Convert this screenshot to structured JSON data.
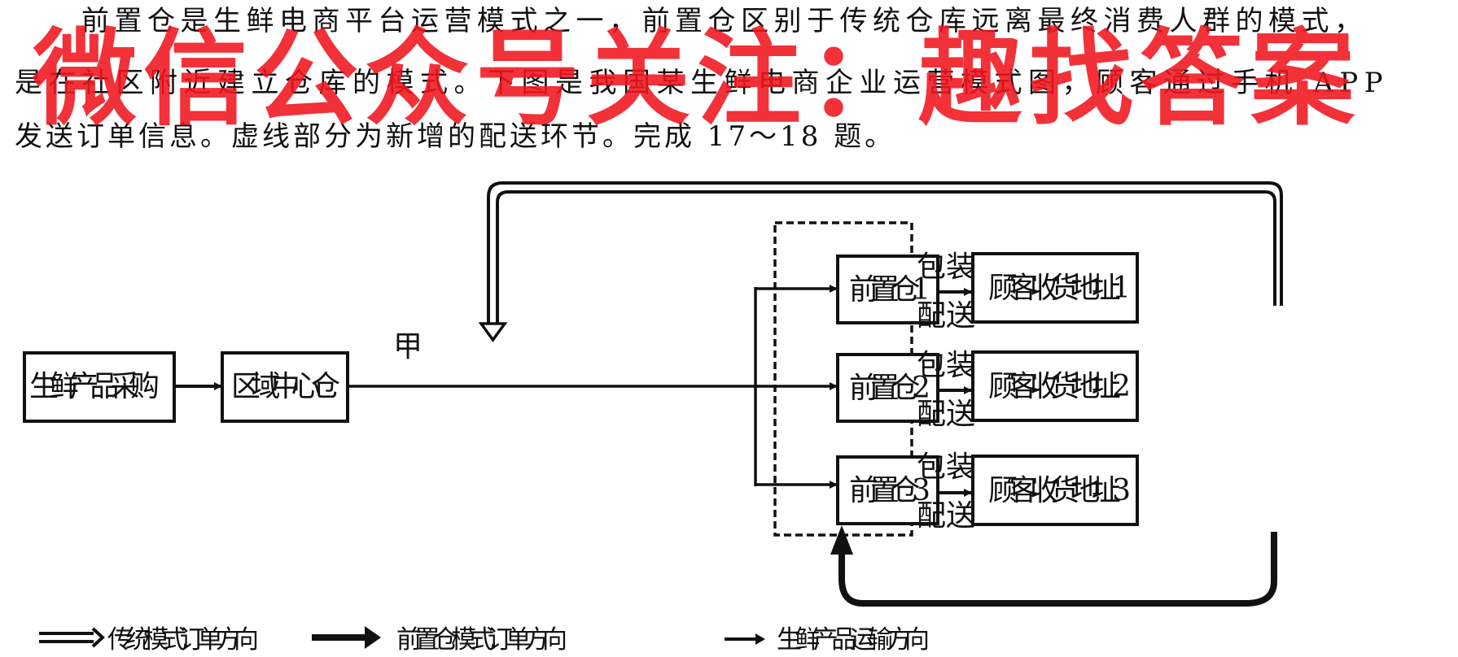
{
  "intro": {
    "line1": "前置仓是生鲜电商平台运营模式之一，前置仓区别于传统仓库远离最终消费人群的模式，",
    "line2": "是在社区附近建立仓库的模式。下图是我国某生鲜电商企业运营模式图，顾客通过手机 APP",
    "line3": "发送订单信息。虚线部分为新增的配送环节。完成 17～18 题。"
  },
  "watermark": "微信公众号关注：趣找答案",
  "diagram": {
    "nodes": {
      "procurement": "生鲜产品采购",
      "regional_center": "区域中心仓",
      "front_1": "前置仓1",
      "front_2": "前置仓2",
      "front_3": "前置仓3",
      "customer_1": "顾客收货地址1",
      "customer_2": "顾客收货地址2",
      "customer_3": "顾客收货地址3"
    },
    "edge_labels": {
      "jia": "甲",
      "pack": "包装",
      "deliver": "配送"
    },
    "dashed_region_meaning": "新增的配送环节"
  },
  "legend": {
    "traditional_order": "传统模式订单方向",
    "front_warehouse_order": "前置仓模式订单方向",
    "product_transport": "生鲜产品运输方向"
  }
}
